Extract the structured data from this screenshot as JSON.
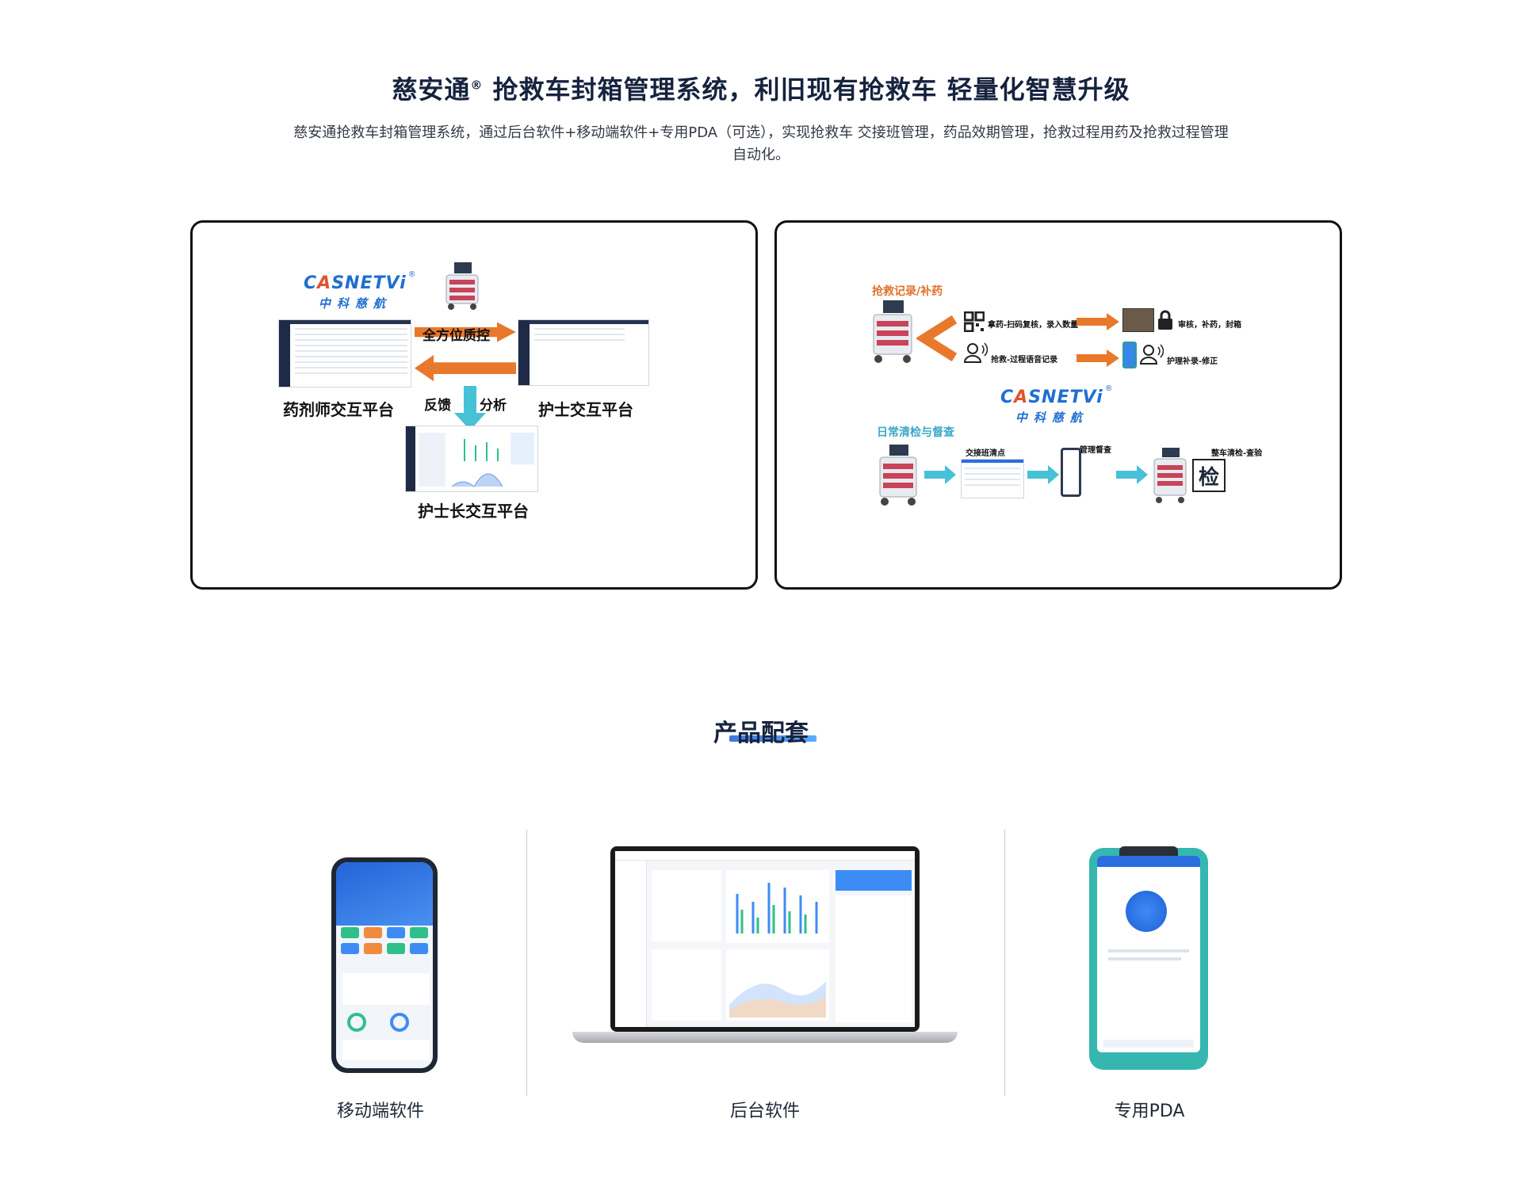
{
  "hero": {
    "title": "慈安通",
    "title_reg": "®",
    "title_rest": " 抢救车封箱管理系统，利旧现有抢救车  轻量化智慧升级",
    "description": "慈安通抢救车封箱管理系统，通过后台软件+移动端软件+专用PDA（可选），实现抢救车  交接班管理，药品效期管理，抢救过程用药及抢救过程管理自动化。"
  },
  "logo": {
    "en_prefix": "C",
    "en_accent": "A",
    "en_rest": "SNETVi",
    "reg": "®",
    "cn": "中科慈航"
  },
  "panel_left": {
    "top_label": "全方位质控",
    "left_label": "药剂师交互平台",
    "right_label": "护士交互平台",
    "feedback_label": "反馈",
    "analysis_label": "分析",
    "bottom_label": "护士长交互平台"
  },
  "panel_right": {
    "section1_title": "抢救记录/补药",
    "step1": "拿药-扫码复核，录入数量",
    "step1_result": "审核，补药，封箱",
    "step2": "抢救-过程语音记录",
    "step2_result": "护理补录-修正",
    "section2_title": "日常清检与督查",
    "flow1": "交接班清点",
    "flow2": "管理督查",
    "flow3": "整车清检-查验",
    "check_char": "检"
  },
  "products": {
    "title": "产品配套",
    "items": [
      {
        "label": "移动端软件"
      },
      {
        "label": "后台软件"
      },
      {
        "label": "专用PDA"
      }
    ]
  },
  "colors": {
    "orange_arrow": "#e8782b",
    "teal_arrow": "#47c1d6",
    "navy": "#16233f",
    "brand_blue": "#1f6fd1"
  }
}
